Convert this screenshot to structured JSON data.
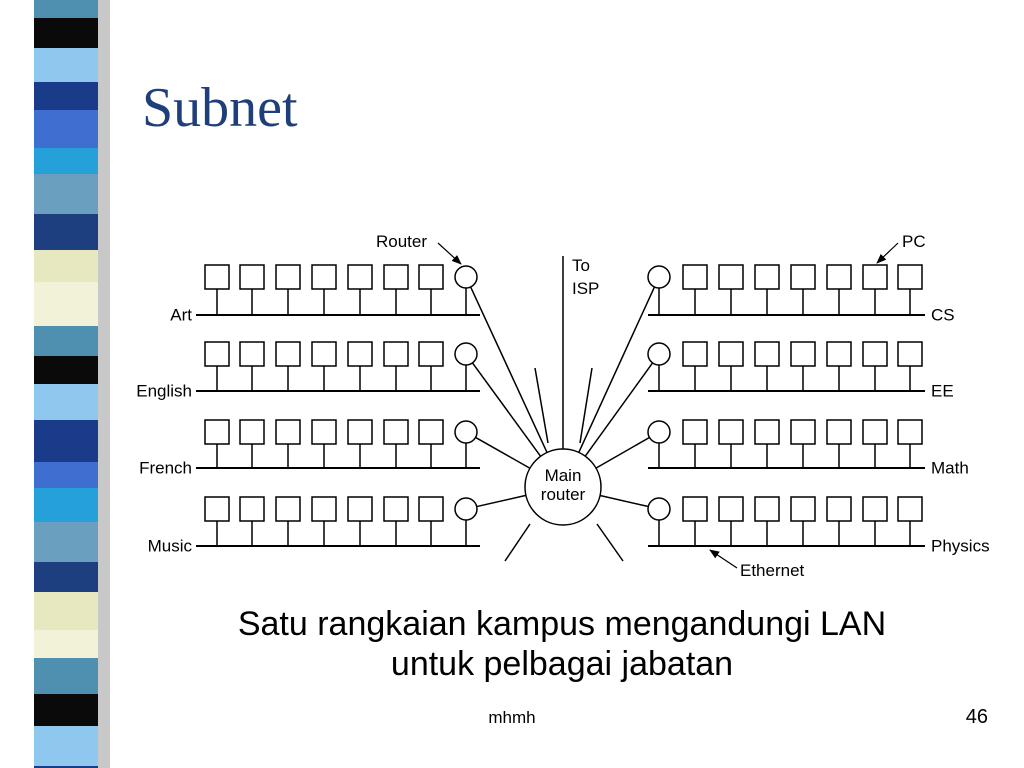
{
  "slide": {
    "title": "Subnet",
    "caption_lines": [
      "Satu rangkaian kampus mengandungi LAN",
      "untuk pelbagai jabatan"
    ],
    "footer": "mhmh",
    "page_number": "46"
  },
  "diagram": {
    "left_departments": [
      "Art",
      "English",
      "French",
      "Music"
    ],
    "right_departments": [
      "CS",
      "EE",
      "Math",
      "Physics"
    ],
    "labels": {
      "router": "Router",
      "pc": "PC",
      "to_isp": [
        "To",
        "ISP"
      ],
      "main_router": [
        "Main",
        "router"
      ],
      "ethernet": "Ethernet"
    }
  },
  "colors": {
    "title": "#1f3f7a",
    "stripe": [
      "#4f8fb0",
      "#1e3f7f",
      "#3e6fd0",
      "#0a0a0a",
      "#e8e8c0",
      "#26a0d8",
      "#8fc8ef",
      "#f2f2d8",
      "#6a9fc0",
      "#1a3a8a"
    ]
  }
}
